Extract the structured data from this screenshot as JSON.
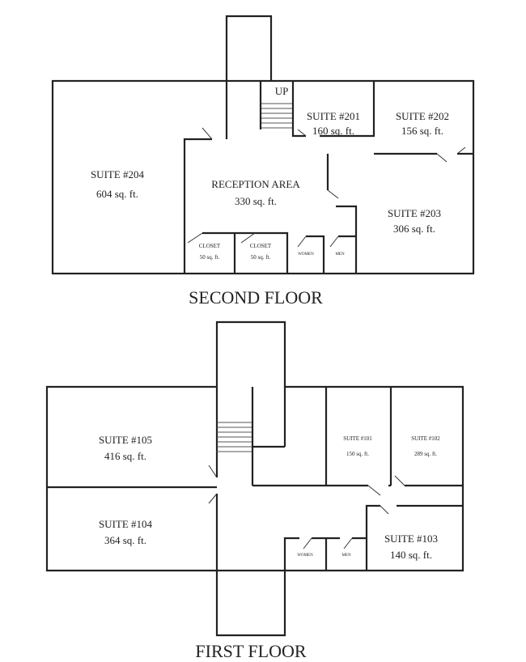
{
  "second_floor": {
    "title": "SECOND FLOOR",
    "stair_label": "UP",
    "rooms": [
      {
        "name": "SUITE #204",
        "area": "604 sq. ft."
      },
      {
        "name": "RECEPTION AREA",
        "area": "330 sq. ft."
      },
      {
        "name": "SUITE #201",
        "area": "160 sq. ft."
      },
      {
        "name": "SUITE #202",
        "area": "156 sq. ft."
      },
      {
        "name": "SUITE #203",
        "area": "306 sq. ft."
      },
      {
        "name": "CLOSET",
        "area": "50 sq. ft."
      },
      {
        "name": "CLOSET",
        "area": "50 sq. ft."
      },
      {
        "name": "WOMEN"
      },
      {
        "name": "MEN"
      }
    ]
  },
  "first_floor": {
    "title": "FIRST FLOOR",
    "rooms": [
      {
        "name": "SUITE #105",
        "area": "416 sq. ft."
      },
      {
        "name": "SUITE #104",
        "area": "364 sq. ft."
      },
      {
        "name": "SUITE #101",
        "area": "150 sq. ft."
      },
      {
        "name": "SUITE #102",
        "area": "289 sq. ft."
      },
      {
        "name": "SUITE #103",
        "area": "140 sq. ft."
      },
      {
        "name": "WOMEN"
      },
      {
        "name": "MEN"
      }
    ]
  }
}
